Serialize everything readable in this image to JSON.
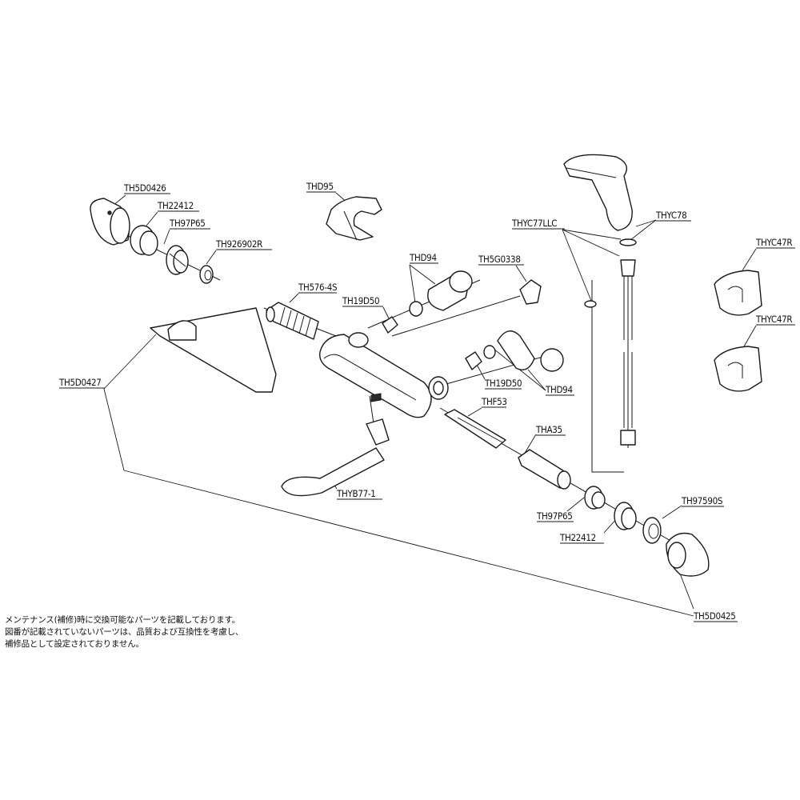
{
  "part_labels": {
    "th5d0426": "TH5D0426",
    "th22412_left": "TH22412",
    "th97p65_left": "TH97P65",
    "th926902r": "TH926902R",
    "thd95": "THD95",
    "th576_4s": "TH576-4S",
    "th19d50_left": "TH19D50",
    "thd94_top": "THD94",
    "th5g0338": "TH5G0338",
    "thyc77llc": "THYC77LLC",
    "thyc78": "THYC78",
    "thyc47r_top": "THYC47R",
    "thyc47r_bottom": "THYC47R",
    "th5d0427": "TH5D0427",
    "th19d50_right": "TH19D50",
    "thd94_bottom": "THD94",
    "thf53": "THF53",
    "tha35": "THA35",
    "thyb77_1": "THYB77-1",
    "th97p65_right": "TH97P65",
    "th97590s": "TH97590S",
    "th22412_right": "TH22412",
    "th5d0425": "TH5D0425"
  },
  "note_lines": [
    "メンテナンス(補修)時に交換可能なパーツを記載しております。",
    "図番が記載されていないパーツは、品質および互換性を考慮し、",
    "補修品として設定されておりません。"
  ]
}
